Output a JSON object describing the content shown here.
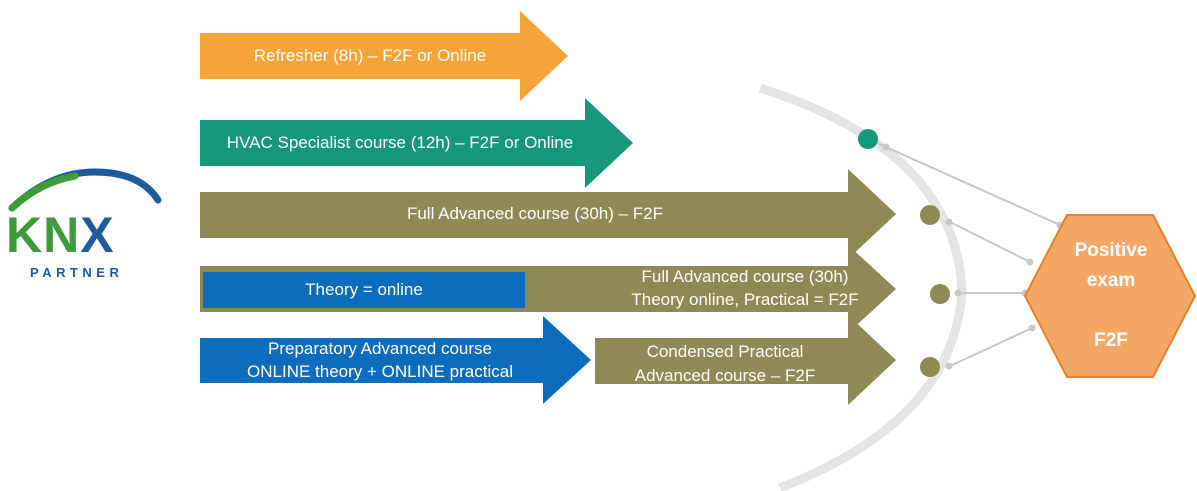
{
  "logo": {
    "letters": [
      "K",
      "N",
      "X"
    ],
    "subtitle": "PARTNER"
  },
  "arrows": {
    "refresher": "Refresher (8h) – F2F or Online",
    "hvac": "HVAC Specialist course (12h) – F2F or Online",
    "full_advanced": "Full Advanced course (30h) – F2F",
    "theory_online": "Theory = online",
    "full_advanced_mixed_line1": "Full Advanced course (30h)",
    "full_advanced_mixed_line2": "Theory online, Practical = F2F",
    "preparatory_line1": "Preparatory Advanced course",
    "preparatory_line2": "ONLINE theory + ONLINE practical",
    "condensed_line1": "Condensed Practical",
    "condensed_line2": "Advanced course – F2F"
  },
  "exam": {
    "line1": "Positive",
    "line2": "exam",
    "line3": "F2F"
  },
  "colors": {
    "orange": "#f6a43a",
    "teal": "#17977a",
    "olive": "#8f8a55",
    "blue": "#0e6cbd",
    "hex_fill": "#f5a766",
    "hex_stroke": "#e6822a",
    "logo_green": "#3f9a3a",
    "logo_blue": "#1f5b9c"
  }
}
